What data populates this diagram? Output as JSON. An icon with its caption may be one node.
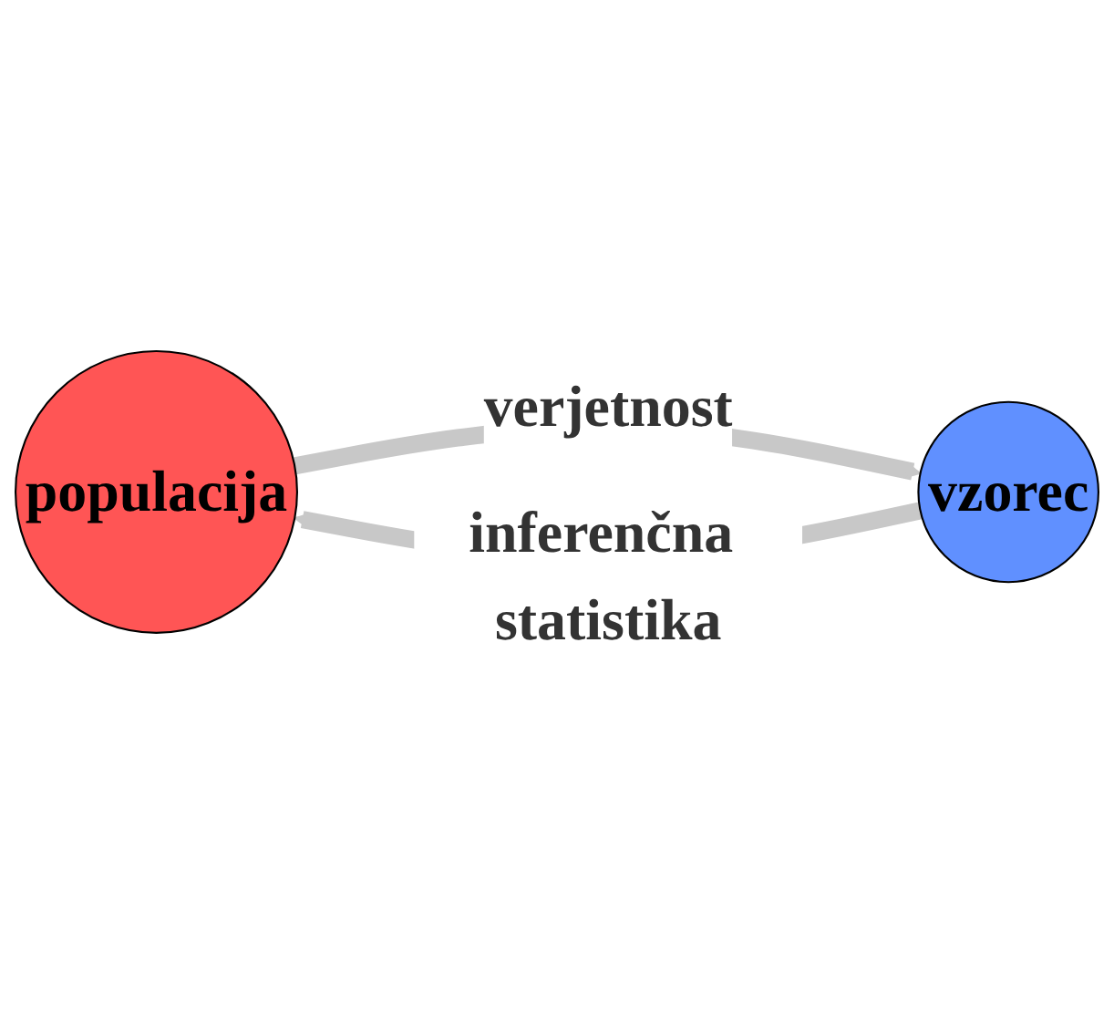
{
  "diagram": {
    "nodes": [
      {
        "text": [
          "populacija"
        ]
      },
      {
        "text": [
          "vzorec"
        ]
      }
    ],
    "edges": [
      {
        "from": 0,
        "to": 1,
        "arrow": "to",
        "label": "verjetnost"
      },
      {
        "from": 1,
        "to": 0,
        "arrow": "to",
        "label": "inferenčna statistika"
      }
    ]
  }
}
